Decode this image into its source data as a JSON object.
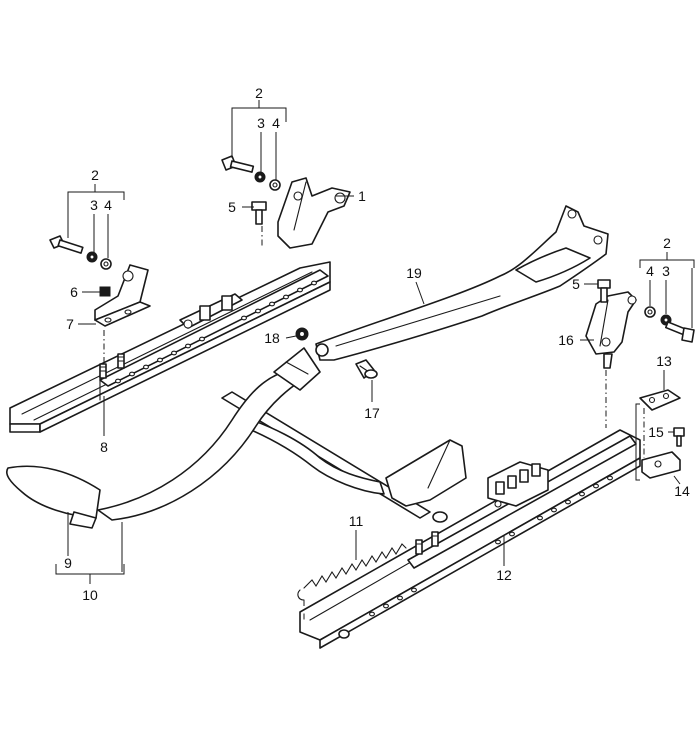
{
  "callouts": [
    {
      "id": "c2a",
      "text": "2"
    },
    {
      "id": "c3a",
      "text": "3"
    },
    {
      "id": "c4a",
      "text": "4"
    },
    {
      "id": "c5a",
      "text": "5"
    },
    {
      "id": "c1",
      "text": "1"
    },
    {
      "id": "c2b",
      "text": "2"
    },
    {
      "id": "c3b",
      "text": "3"
    },
    {
      "id": "c4b",
      "text": "4"
    },
    {
      "id": "c6",
      "text": "6"
    },
    {
      "id": "c7",
      "text": "7"
    },
    {
      "id": "c8",
      "text": "8"
    },
    {
      "id": "c19",
      "text": "19"
    },
    {
      "id": "c18",
      "text": "18"
    },
    {
      "id": "c17",
      "text": "17"
    },
    {
      "id": "c2c",
      "text": "2"
    },
    {
      "id": "c4c",
      "text": "4"
    },
    {
      "id": "c3c",
      "text": "3"
    },
    {
      "id": "c5b",
      "text": "5"
    },
    {
      "id": "c16",
      "text": "16"
    },
    {
      "id": "c13",
      "text": "13"
    },
    {
      "id": "c15",
      "text": "15"
    },
    {
      "id": "c14",
      "text": "14"
    },
    {
      "id": "c11",
      "text": "11"
    },
    {
      "id": "c12",
      "text": "12"
    },
    {
      "id": "c9",
      "text": "9"
    },
    {
      "id": "c10",
      "text": "10"
    }
  ]
}
